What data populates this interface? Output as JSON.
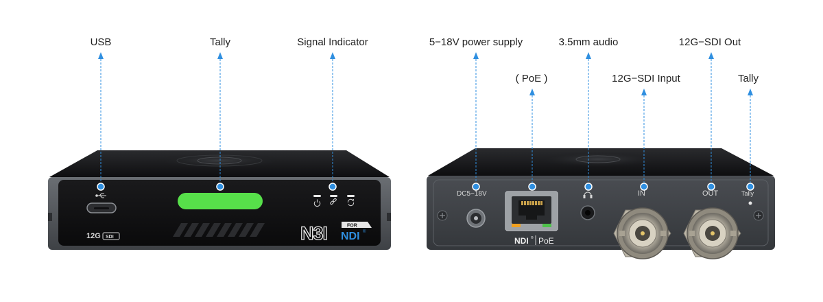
{
  "colors": {
    "callout_line": "#2f8fe0",
    "callout_dot": "#2f8fe0",
    "tally_green": "#57e04a",
    "chassis_dark": "#1c1c1e",
    "chassis_side": "#505458"
  },
  "callouts": {
    "usb": "USB",
    "tally_front": "Tally",
    "signal_indicator": "Signal Indicator",
    "power_supply": "5−18V power supply",
    "poe": "( PoE )",
    "audio": "3.5mm audio",
    "sdi_input": "12G−SDI Input",
    "sdi_out": "12G−SDI Out",
    "tally_rear": "Tally"
  },
  "front_panel": {
    "model_badge": "12G",
    "model_badge_box": "SDI",
    "logo_main": "N3I",
    "logo_for": "FOR",
    "logo_ndi": "NDI",
    "logo_reg": "®",
    "icons": [
      "power-icon",
      "link-icon",
      "refresh-icon"
    ]
  },
  "rear_panel": {
    "dc_label": "DC5−18V",
    "ndi_label": "NDI",
    "ndi_tm": "®",
    "poe_label": "PoE",
    "in_label": "IN",
    "out_label": "OUT",
    "tally_label": "Tally"
  }
}
